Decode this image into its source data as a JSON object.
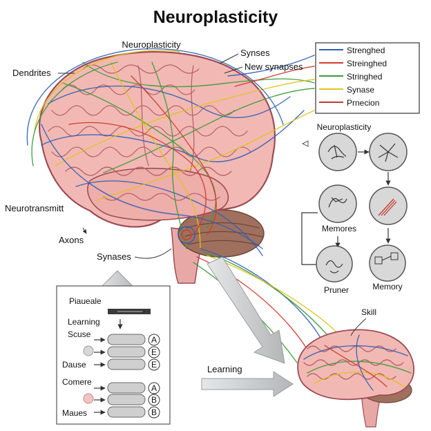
{
  "title": "Neuroplasticity",
  "brain_labels": {
    "neuroplasticity": "Neuroplasticity",
    "dendrites": "Dendrites",
    "synses": "Synses",
    "new_synapses": "New synapses",
    "neurotransmitt": "Neurotransmitt",
    "axons": "Axons",
    "synases": "Synases"
  },
  "legend": [
    {
      "label": "Strenghed",
      "color": "#2f5fb3"
    },
    {
      "label": "Streinghed",
      "color": "#d23a2a"
    },
    {
      "label": "Stringhed",
      "color": "#3a9a3a"
    },
    {
      "label": "Synase",
      "color": "#e0c21a"
    },
    {
      "label": "Prnecion",
      "color": "#c0392b"
    }
  ],
  "process": {
    "title": "Neuroplasticity",
    "memores": "Memores",
    "pruner": "Pruner",
    "memory": "Memory"
  },
  "panel": {
    "heading": "Piaueale",
    "learning": "Learning",
    "rows": [
      {
        "label": "Scuse",
        "letter": "A"
      },
      {
        "label": "",
        "letter": "E"
      },
      {
        "label": "Dause",
        "letter": "E"
      },
      {
        "label": "Comere",
        "letter": "A"
      },
      {
        "label": "",
        "letter": "B"
      },
      {
        "label": "Maues",
        "letter": "B"
      }
    ]
  },
  "bottom": {
    "learning": "Learning",
    "skill": "Skill"
  },
  "colors": {
    "brain_fill": "#f2b9b4",
    "brain_stroke": "#9c4b55",
    "cerebellum": "#a0705e",
    "arrow_gray": "#c8cacc"
  }
}
